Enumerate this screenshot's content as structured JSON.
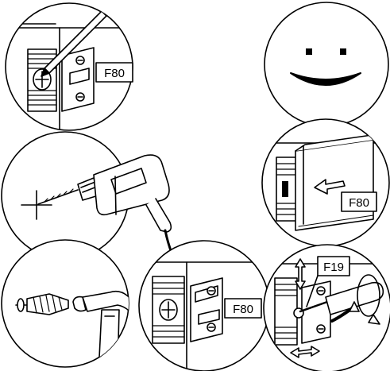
{
  "diagram": {
    "panels": [
      {
        "id": "mark-position",
        "part_label": "F80"
      },
      {
        "id": "success-smiley"
      },
      {
        "id": "drill-hole"
      },
      {
        "id": "slide-cover",
        "part_label": "F80"
      },
      {
        "id": "insert-plug"
      },
      {
        "id": "attach-bracket",
        "part_label": "F80"
      },
      {
        "id": "adjust-screw",
        "part_label": "F19"
      }
    ]
  }
}
